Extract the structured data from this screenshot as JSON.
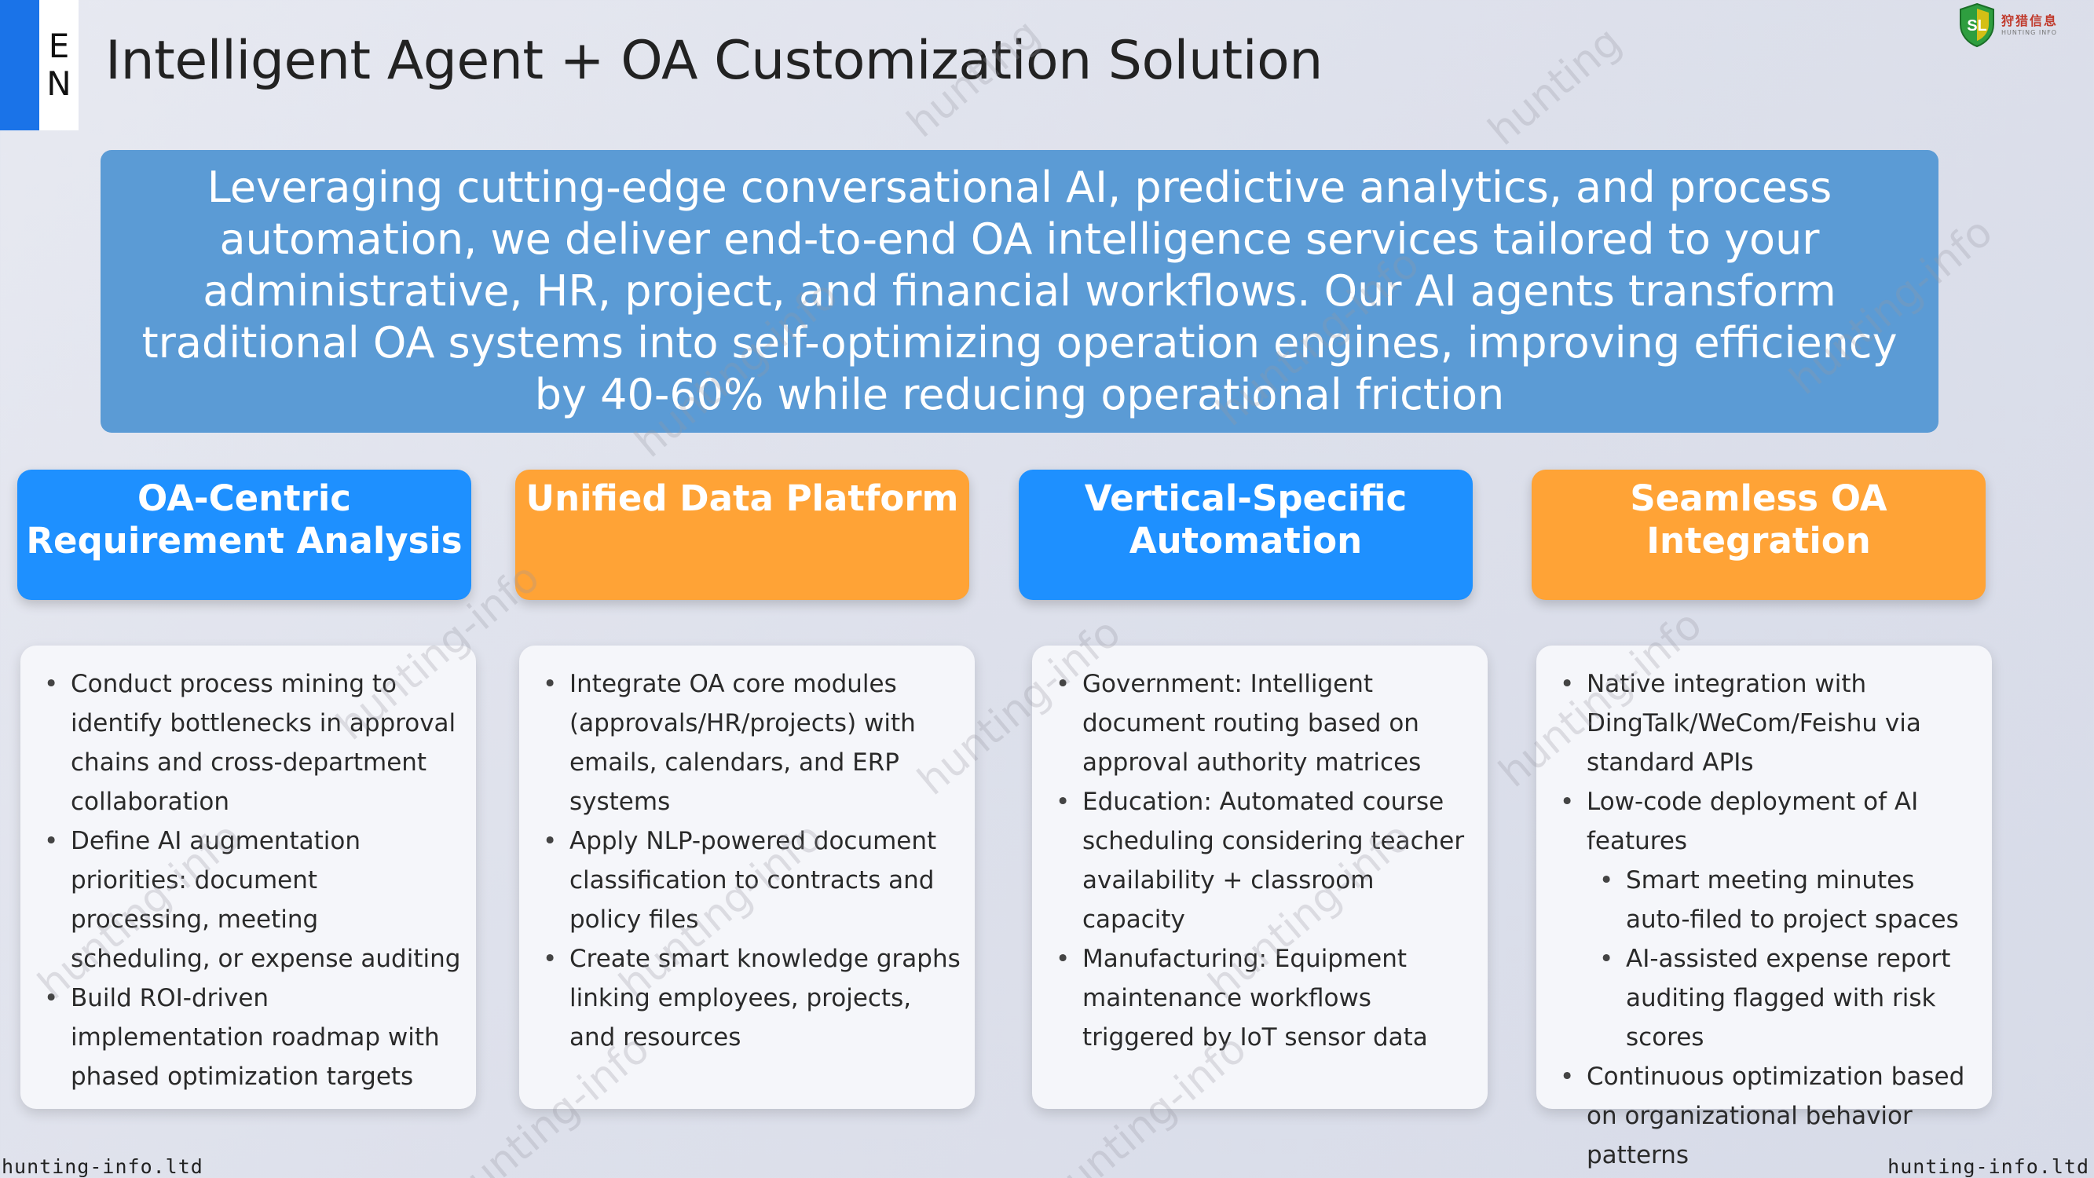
{
  "lang_tab": {
    "letters": [
      "E",
      "N"
    ]
  },
  "page": {
    "title": "Intelligent Agent + OA Customization Solution"
  },
  "logo": {
    "name_cn": "狩猎信息",
    "name_en": "HUNTING INFO",
    "emblem": "SL"
  },
  "intro": {
    "text": "Leveraging cutting-edge conversational AI, predictive analytics, and process automation, we deliver end-to-end OA intelligence services tailored to your administrative, HR, project, and financial workflows. Our AI agents transform traditional OA systems into self-optimizing operation engines, improving efficiency by 40-60% while reducing operational friction"
  },
  "colors": {
    "blue": "#1e90ff",
    "orange": "#ffa336",
    "intro_bg": "#5b9bd5",
    "tab_blue": "#1a73e8"
  },
  "columns": [
    {
      "header": "OA-Centric Requirement Analysis",
      "items": [
        {
          "text": "Conduct process mining to identify bottlenecks in approval chains and cross-department collaboration",
          "level": 0
        },
        {
          "text": "Define AI augmentation priorities: document processing, meeting scheduling, or expense auditing",
          "level": 0
        },
        {
          "text": "Build ROI-driven implementation roadmap with phased optimization targets",
          "level": 0
        }
      ]
    },
    {
      "header": "Unified Data Platform",
      "items": [
        {
          "text": "Integrate OA core modules (approvals/HR/projects) with emails, calendars, and ERP systems",
          "level": 0
        },
        {
          "text": "Apply NLP-powered document classification to contracts and policy files",
          "level": 0
        },
        {
          "text": "Create smart knowledge graphs linking employees, projects, and resources",
          "level": 0
        }
      ]
    },
    {
      "header": "Vertical-Specific Automation",
      "items": [
        {
          "text": "Government: Intelligent document routing based on approval authority matrices",
          "level": 0
        },
        {
          "text": "Education: Automated course scheduling considering teacher availability + classroom capacity",
          "level": 0
        },
        {
          "text": "Manufacturing: Equipment maintenance workflows triggered by IoT sensor data",
          "level": 0
        }
      ]
    },
    {
      "header": "Seamless OA Integration",
      "items": [
        {
          "text": "Native integration with DingTalk/WeCom/Feishu via standard APIs",
          "level": 0
        },
        {
          "text": "Low-code deployment of AI features",
          "level": 0
        },
        {
          "text": "Smart meeting minutes auto-filed to project spaces",
          "level": 1
        },
        {
          "text": "AI-assisted expense report auditing flagged with risk scores",
          "level": 1
        },
        {
          "text": "Continuous optimization based on organizational behavior patterns",
          "level": 0
        }
      ]
    }
  ],
  "watermark": {
    "text": "hunting-info",
    "alt_text": "hunting"
  },
  "footer": {
    "left": "hunting-info.ltd",
    "right": "hunting-info.ltd"
  }
}
